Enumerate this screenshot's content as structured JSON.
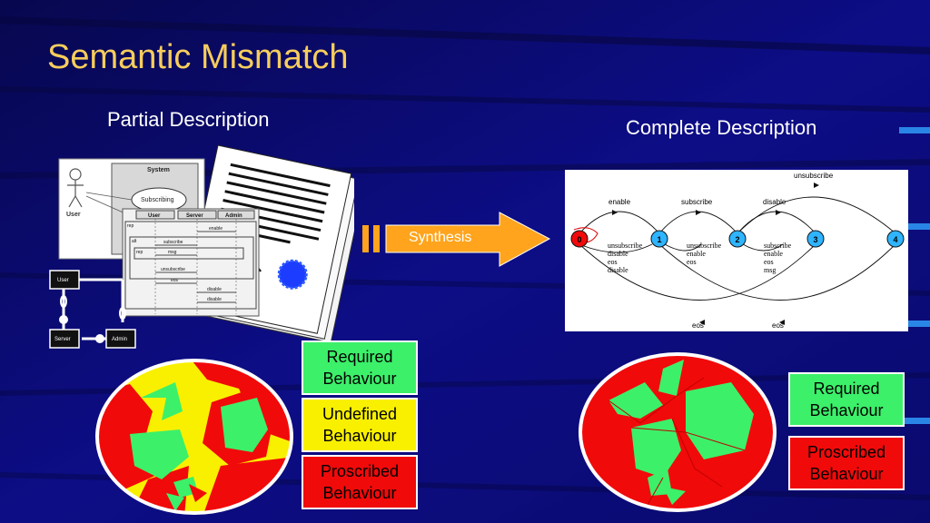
{
  "slide": {
    "title": "Semantic Mismatch",
    "partial_label": "Partial Description",
    "complete_label": "Complete Description",
    "synthesis_label": "Synthesis",
    "colors": {
      "background": "#0b0b7a",
      "title": "#f6cd5c",
      "required": "#3cf06a",
      "undefined": "#f9f000",
      "proscribed": "#f10a0a",
      "arrow": "#ffa41c"
    }
  },
  "usecase": {
    "system_label": "System",
    "actor_label": "User",
    "usecase_label": "Subscribing"
  },
  "sequence": {
    "lifelines": [
      "User",
      "Server",
      "Admin"
    ],
    "frames": [
      "rep",
      "alt",
      "rep"
    ],
    "messages": [
      "enable",
      "subscribe",
      "msg",
      "unsubscribe",
      "eos",
      "disable",
      "disable"
    ]
  },
  "components": {
    "user": "User",
    "server": "Server",
    "admin": "Admin"
  },
  "state_machine": {
    "states": [
      "0",
      "1",
      "2",
      "3",
      "4"
    ],
    "labels": {
      "enable": "enable",
      "subscribe": "subscribe",
      "disable": "disable",
      "unsubscribe_top": "unsubscribe",
      "s0_loop": "unsubscribe\ndisable\neos\ndisable",
      "s1_loop": "unsubscribe\nenable\neos",
      "s2_loop": "subscribe\nenable\neos\nmsg",
      "eos_left": "eos",
      "eos_right": "eos"
    }
  },
  "legend": {
    "required": "Required\nBehaviour",
    "undefined": "Undefined\nBehaviour",
    "proscribed_left": "Proscribed\nBehaviour",
    "required_right": "Required\nBehaviour",
    "proscribed_right": "Proscribed\nBehaviour"
  }
}
